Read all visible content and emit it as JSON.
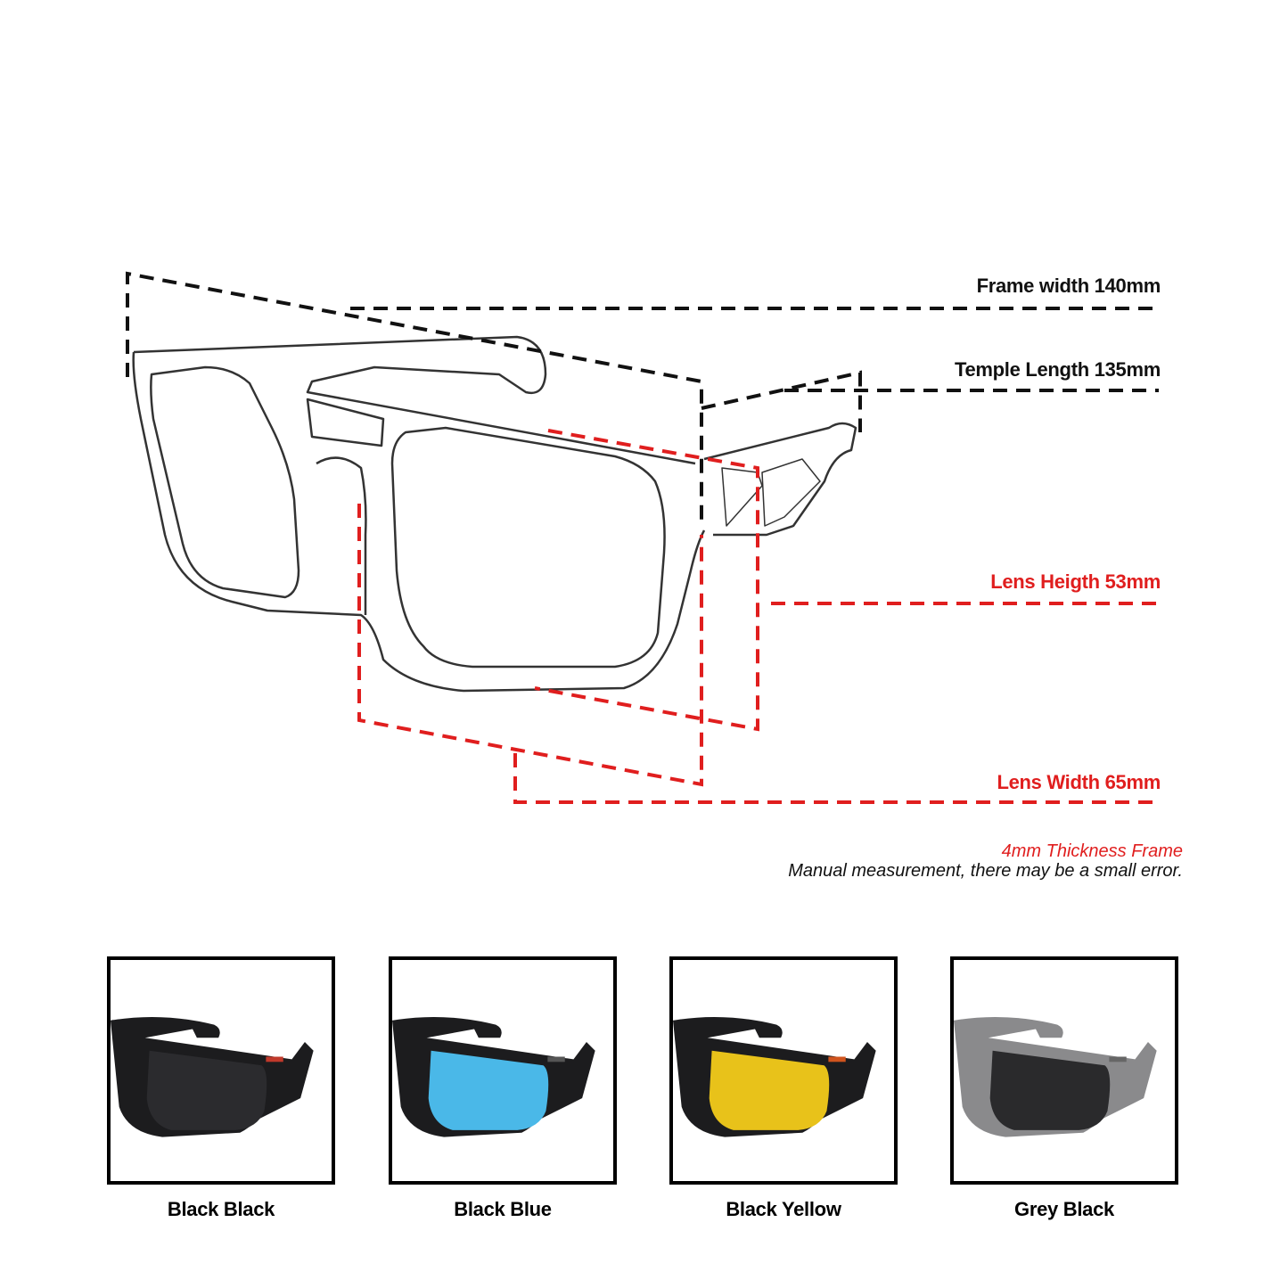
{
  "measurements": {
    "frame_width": "Frame width 140mm",
    "temple_length": "Temple Length 135mm",
    "lens_height": "Lens Heigth 53mm",
    "lens_width": "Lens Width 65mm"
  },
  "notes": {
    "thickness": "4mm Thickness Frame",
    "disclaimer": "Manual measurement, there may be a small error."
  },
  "variants": [
    {
      "label": "Black Black",
      "frame_color": "#1c1c1e",
      "lens_color": "#2b2b2e",
      "accent": "#c0392b"
    },
    {
      "label": "Black Blue",
      "frame_color": "#1c1c1e",
      "lens_color": "#4ab8e8",
      "accent": "#c0392b"
    },
    {
      "label": "Black Yellow",
      "frame_color": "#1c1c1e",
      "lens_color": "#e8c21a",
      "accent": "#d0541e"
    },
    {
      "label": "Grey Black",
      "frame_color": "#8a8a8c",
      "lens_color": "#2a2a2c",
      "accent": "#555555"
    }
  ],
  "colors": {
    "black_line": "#111111",
    "red_line": "#e01e1e",
    "red_text": "#e01e1e"
  }
}
